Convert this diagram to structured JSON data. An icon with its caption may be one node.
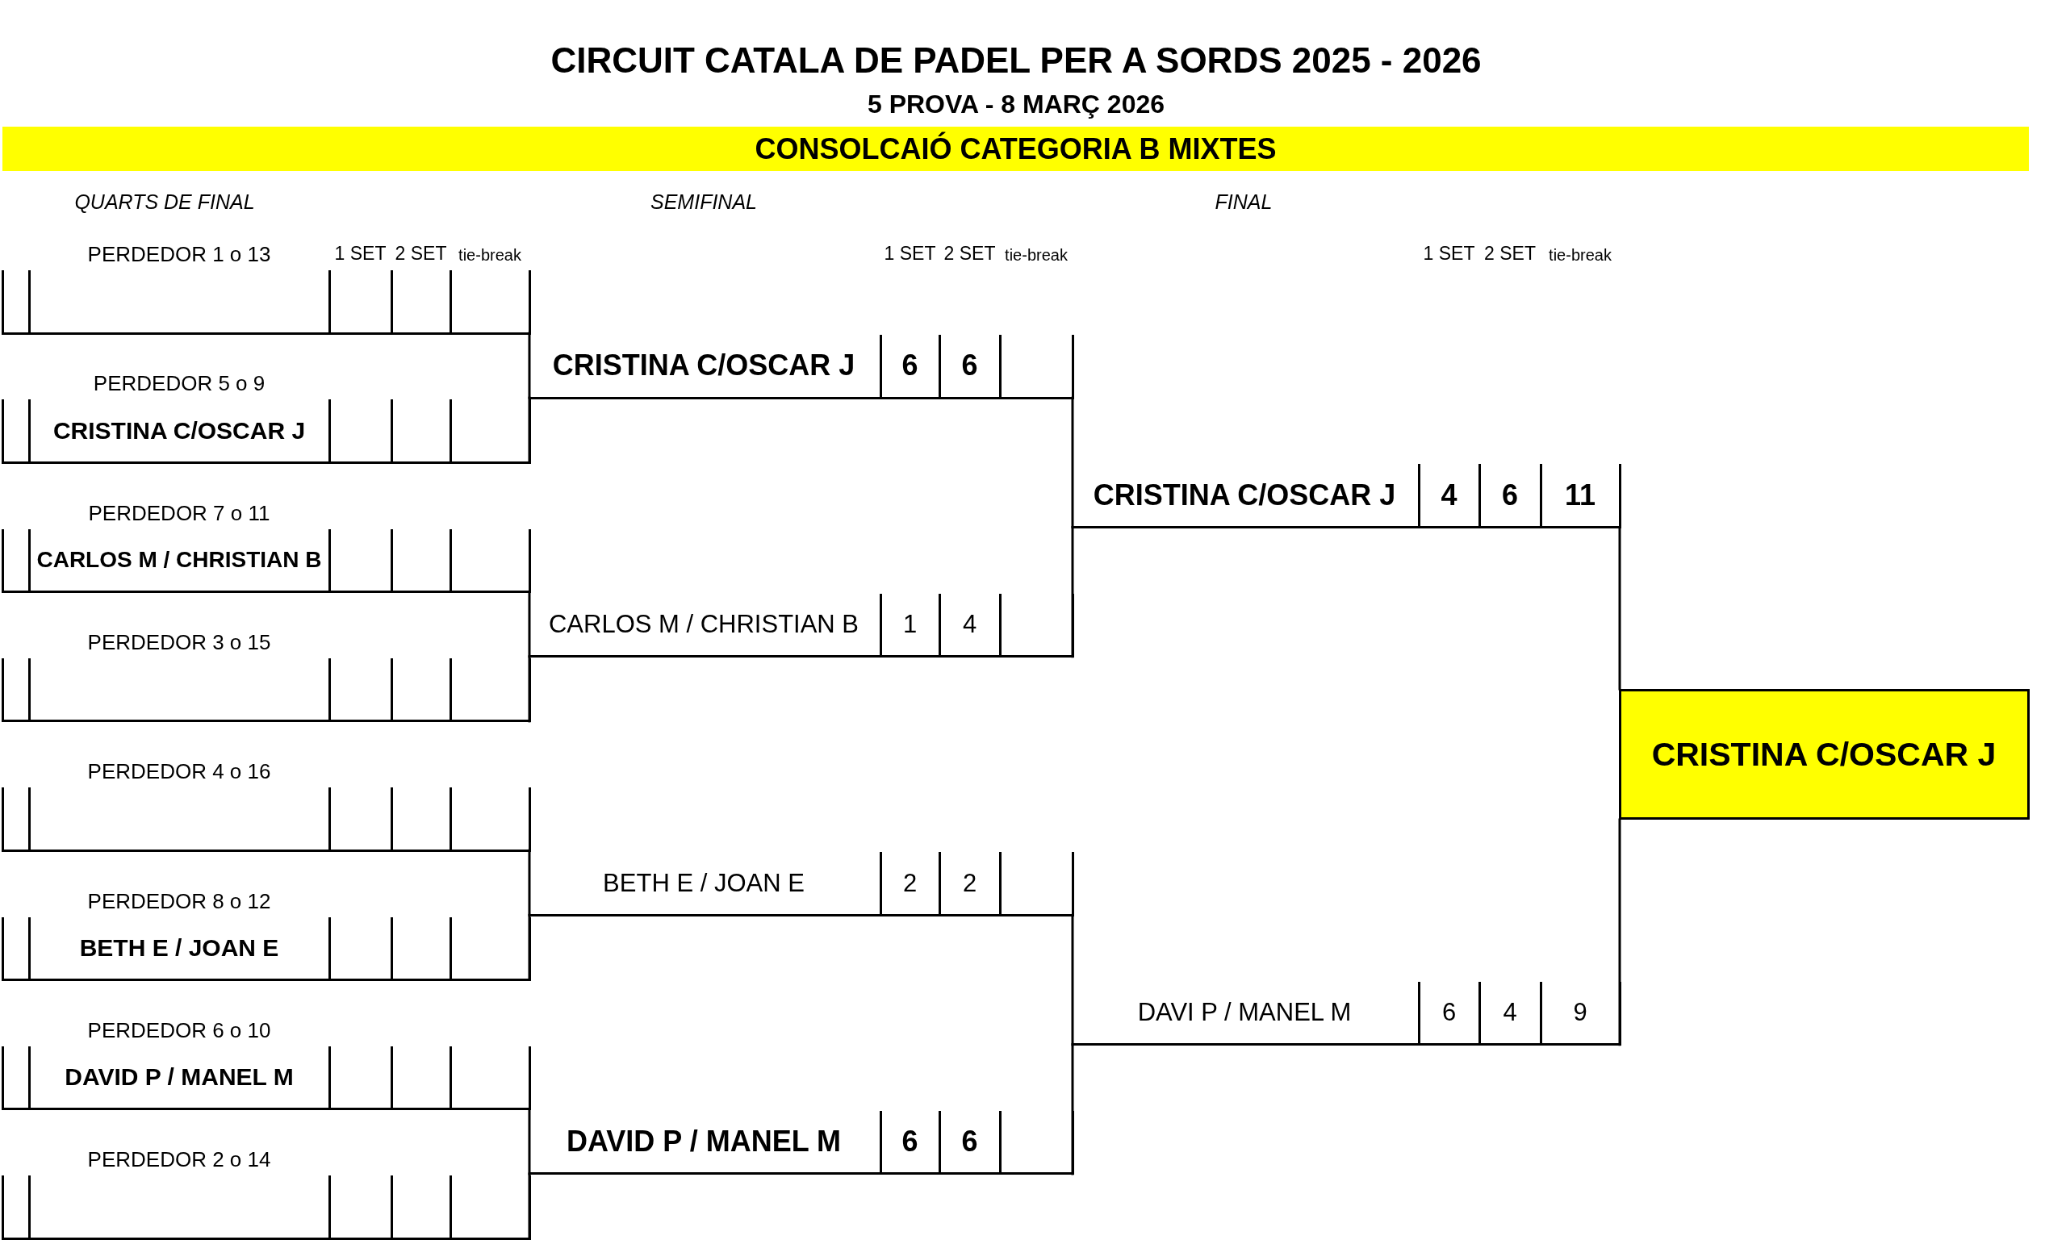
{
  "diagram": {
    "title": "CIRCUIT CATALA DE PADEL PER A SORDS 2025 - 2026",
    "nodes": [
      {
        "text": [
          "CONSOLCAIÓ CATEGORIA B MIXTES"
        ]
      },
      {
        "text": [
          "PERDEDOR 1 o 13"
        ]
      },
      {
        "text": [
          "PERDEDOR 5 o 9",
          "CRISTINA C/OSCAR J"
        ]
      },
      {
        "text": [
          "PERDEDOR 7 o 11",
          "CARLOS M / CHRISTIAN B"
        ]
      },
      {
        "text": [
          "PERDEDOR 3 o 15"
        ]
      },
      {
        "text": [
          "PERDEDOR 4 o 16"
        ]
      },
      {
        "text": [
          "PERDEDOR 8 o 12",
          "BETH E / JOAN E"
        ]
      },
      {
        "text": [
          "PERDEDOR 6 o 10",
          "DAVID P / MANEL M"
        ]
      },
      {
        "text": [
          "PERDEDOR 2 o 14"
        ]
      },
      {
        "text": [
          "CRISTINA C/OSCAR J",
          "6",
          "6"
        ]
      },
      {
        "text": [
          "CARLOS M / CHRISTIAN B",
          "1",
          "4"
        ]
      },
      {
        "text": [
          "BETH E / JOAN E",
          "2",
          "2"
        ]
      },
      {
        "text": [
          "DAVID P / MANEL M",
          "6",
          "6"
        ]
      },
      {
        "text": [
          "CRISTINA C/OSCAR J",
          "4",
          "6",
          "11"
        ]
      },
      {
        "text": [
          "DAVI P / MANEL M",
          "6",
          "4",
          "9"
        ]
      },
      {
        "text": [
          "CRISTINA C/OSCAR J"
        ]
      }
    ],
    "edges": [
      {
        "from": 1,
        "to": 9,
        "arrow": "none"
      },
      {
        "from": 2,
        "to": 9,
        "arrow": "none"
      },
      {
        "from": 3,
        "to": 10,
        "arrow": "none"
      },
      {
        "from": 4,
        "to": 10,
        "arrow": "none"
      },
      {
        "from": 5,
        "to": 11,
        "arrow": "none"
      },
      {
        "from": 6,
        "to": 11,
        "arrow": "none"
      },
      {
        "from": 7,
        "to": 12,
        "arrow": "none"
      },
      {
        "from": 8,
        "to": 12,
        "arrow": "none"
      },
      {
        "from": 9,
        "to": 13,
        "arrow": "none"
      },
      {
        "from": 10,
        "to": 13,
        "arrow": "none"
      },
      {
        "from": 11,
        "to": 14,
        "arrow": "none"
      },
      {
        "from": 12,
        "to": 14,
        "arrow": "none"
      },
      {
        "from": 13,
        "to": 15,
        "arrow": "none"
      },
      {
        "from": 14,
        "to": 15,
        "arrow": "none"
      }
    ],
    "labels": [
      "5 PROVA - 8 MARÇ 2026",
      "QUARTS DE FINAL",
      "SEMIFINAL",
      "FINAL",
      "1 SET",
      "2 SET",
      "tie-break",
      "1 SET",
      "2 SET",
      "tie-break",
      "1 SET",
      "2 SET",
      "tie-break"
    ]
  }
}
